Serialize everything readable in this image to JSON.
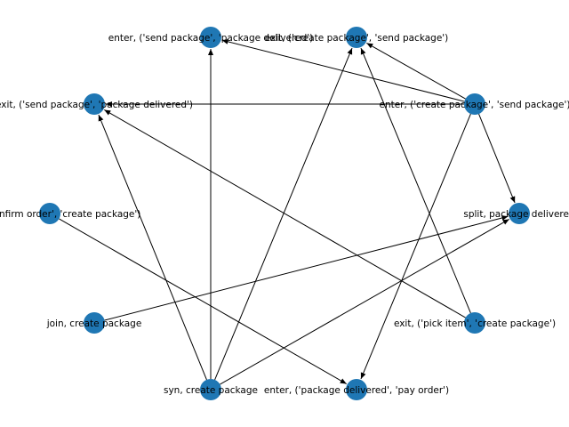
{
  "colors": {
    "node": "#1f77b4",
    "edge": "#000000",
    "background": "#ffffff"
  },
  "nodes": [
    {
      "id": "n0",
      "label": "enter, ('send package', 'package delivered')"
    },
    {
      "id": "n1",
      "label": "exit, ('create package', 'send package')"
    },
    {
      "id": "n2",
      "label": "exit, ('send package', 'package delivered')"
    },
    {
      "id": "n3",
      "label": "enter, ('create package', 'send package')"
    },
    {
      "id": "n4",
      "label": "exit, ('confirm order', 'create package')"
    },
    {
      "id": "n5",
      "label": "split, package delivered"
    },
    {
      "id": "n6",
      "label": "join, create package"
    },
    {
      "id": "n7",
      "label": "exit, ('pick item', 'create package')"
    },
    {
      "id": "n8",
      "label": "syn, create package"
    },
    {
      "id": "n9",
      "label": "enter, ('package delivered', 'pay order')"
    }
  ],
  "edges": [
    {
      "from": "n3",
      "to": "n0"
    },
    {
      "from": "n3",
      "to": "n1"
    },
    {
      "from": "n3",
      "to": "n2"
    },
    {
      "from": "n3",
      "to": "n5"
    },
    {
      "from": "n3",
      "to": "n9"
    },
    {
      "from": "n8",
      "to": "n0"
    },
    {
      "from": "n8",
      "to": "n1"
    },
    {
      "from": "n8",
      "to": "n2"
    },
    {
      "from": "n8",
      "to": "n5"
    },
    {
      "from": "n7",
      "to": "n1"
    },
    {
      "from": "n7",
      "to": "n2"
    },
    {
      "from": "n6",
      "to": "n5"
    },
    {
      "from": "n4",
      "to": "n9"
    }
  ]
}
